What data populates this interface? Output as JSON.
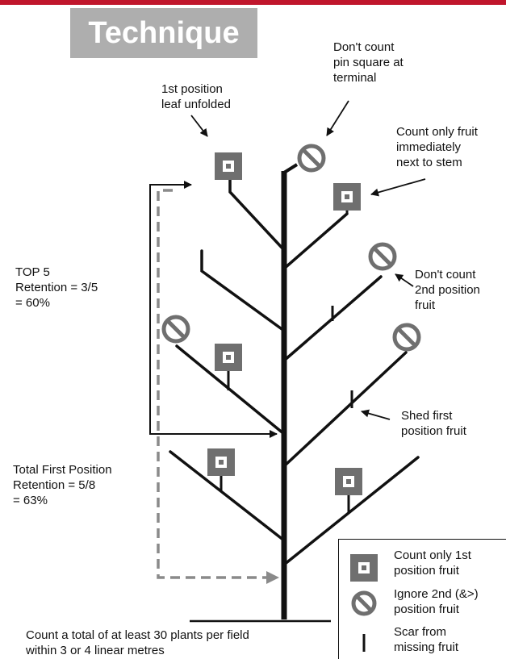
{
  "colors": {
    "accent_bar": "#c0162c",
    "title_box": "#aeaeae",
    "icon_gray": "#6f6f6f",
    "stem": "#111111",
    "dashed": "#8a8a8a"
  },
  "title": "Technique",
  "callouts": {
    "first_position_leaf": [
      "1st position",
      "leaf unfolded"
    ],
    "dont_count_pin": [
      "Don't count",
      "pin square at",
      "terminal"
    ],
    "count_only_fruit": [
      "Count only fruit",
      "immediately",
      "next to stem"
    ],
    "dont_count_second": [
      "Don't count",
      "2nd position",
      "fruit"
    ],
    "shed_first": [
      "Shed first",
      "position fruit"
    ]
  },
  "retention": {
    "top5": [
      "TOP 5",
      "Retention = 3/5",
      "= 60%"
    ],
    "total": [
      "Total First Position",
      "Retention = 5/8",
      "= 63%"
    ]
  },
  "footer": [
    "Count a total of at least 30 plants per field",
    "within 3 or 4 linear metres"
  ],
  "legend": {
    "count": [
      "Count only 1st",
      "position fruit"
    ],
    "ignore": [
      "Ignore 2nd (&>)",
      "position fruit"
    ],
    "scar": [
      "Scar from",
      "missing fruit"
    ]
  },
  "icons": {
    "square": "square-fruit-icon",
    "no": "no-count-icon",
    "scar": "scar-mark-icon"
  }
}
